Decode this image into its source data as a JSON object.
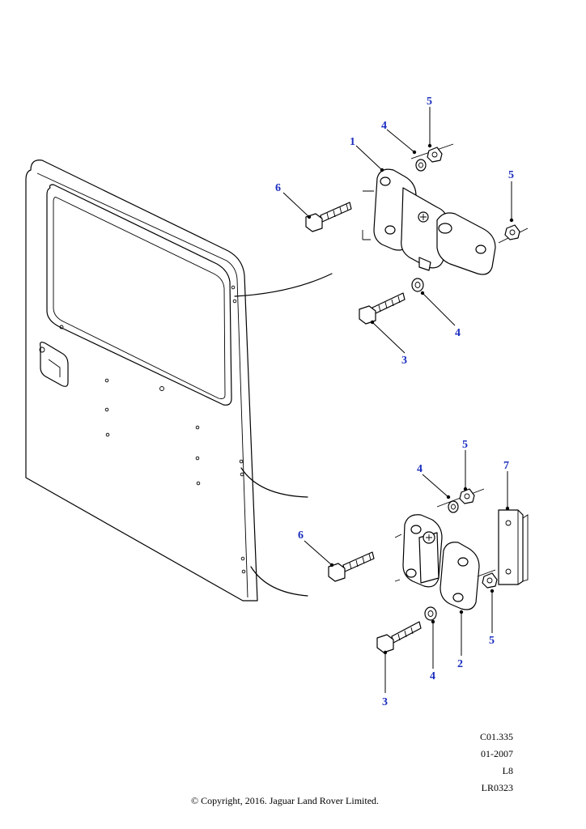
{
  "callouts": {
    "c1": "1",
    "c2": "2",
    "c3a": "3",
    "c3b": "3",
    "c4a": "4",
    "c4b": "4",
    "c4c": "4",
    "c4d": "4",
    "c5a": "5",
    "c5b": "5",
    "c5c": "5",
    "c5d": "5",
    "c6a": "6",
    "c6b": "6",
    "c7": "7"
  },
  "meta": {
    "code": "C01.335",
    "date": "01-2007",
    "level": "L8",
    "ref": "LR0323"
  },
  "copyright": "© Copyright, 2016. Jaguar Land Rover Limited.",
  "colors": {
    "callout": "#1c2fbf",
    "line": "#000000"
  }
}
